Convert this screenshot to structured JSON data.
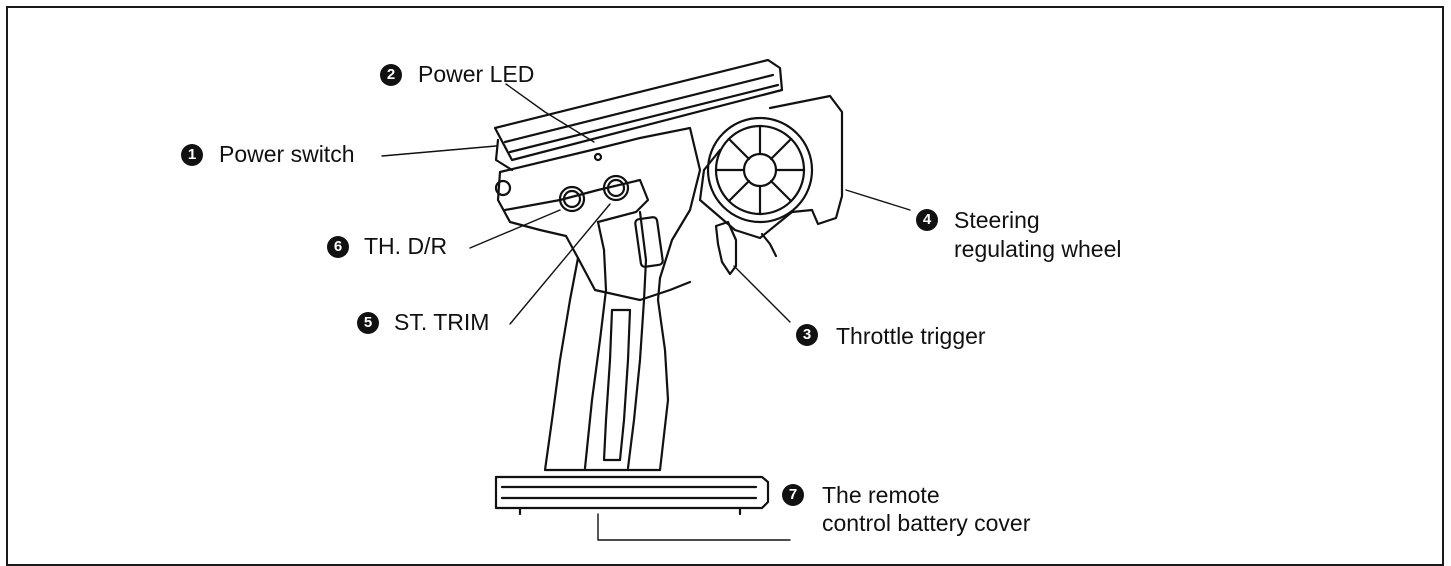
{
  "callouts": [
    {
      "num": "1",
      "label": "Power switch"
    },
    {
      "num": "2",
      "label": "Power LED"
    },
    {
      "num": "3",
      "label": "Throttle trigger"
    },
    {
      "num": "4",
      "label": "Steering",
      "label2": "regulating wheel"
    },
    {
      "num": "5",
      "label": "ST. TRIM"
    },
    {
      "num": "6",
      "label": "TH. D/R"
    },
    {
      "num": "7",
      "label": "The remote",
      "label2": "control battery cover"
    }
  ]
}
